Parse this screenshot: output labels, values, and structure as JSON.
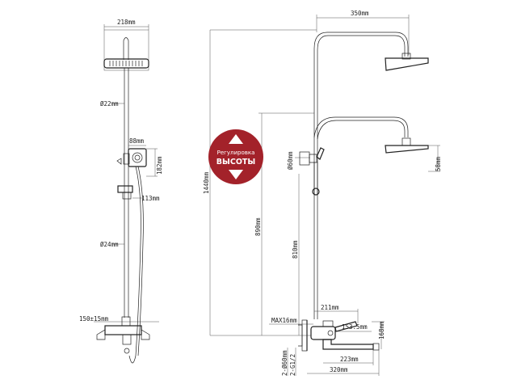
{
  "diagram": {
    "badge": {
      "line1": "Регулировка",
      "line2": "ВЫСОТЫ",
      "color": "#a3222a"
    },
    "left_view": {
      "width_top": "218mm",
      "pipe_upper": "Ø22mm",
      "handshower_width": "88mm",
      "handshower_height": "182mm",
      "holder_offset": "113mm",
      "pipe_lower": "Ø24mm",
      "center_distance": "150±15mm"
    },
    "right_view": {
      "arm_reach": "350mm",
      "height_total": "1440mm",
      "head_diameter": "Ø60mm",
      "head_height": "58mm",
      "mixer_height": "890mm",
      "slide_height": "810mm",
      "mixer_depth": "211mm",
      "max_offset": "MAX16mm",
      "spout_offset": "153.5mm",
      "spout_height": "168mm",
      "spout_length": "223mm",
      "overall_length": "320mm",
      "inlet_1": "2-Ø60mm",
      "inlet_2": "2-G1/2"
    }
  }
}
